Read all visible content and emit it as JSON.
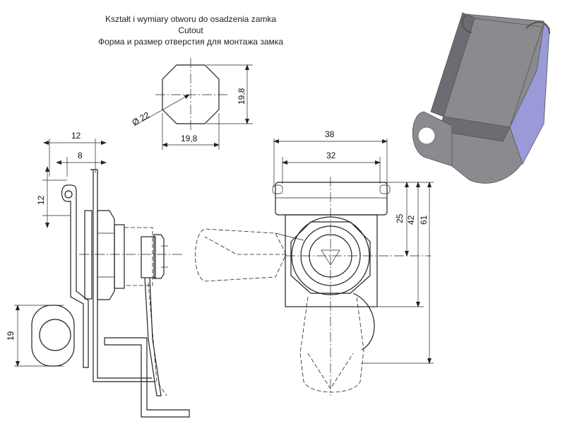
{
  "caption": {
    "line_pl": "Kształt i wymiary otworu do osadzenia zamka",
    "line_en": "Cutout",
    "line_ru": "Форма и размер отверстия для монтажа замка"
  },
  "dimensions": {
    "cutout_height": "19,8",
    "cutout_width": "19,8",
    "cutout_diameter": "Ø 22",
    "side_width": "12",
    "side_inner": "8",
    "side_top": "12",
    "side_bottom": "19",
    "front_width_outer": "38",
    "front_width_inner": "32",
    "front_h1": "25",
    "front_h2": "42",
    "front_h3": "61"
  },
  "colors": {
    "line": "#222222",
    "iso_body": "#8a8a8f",
    "iso_dark": "#6c6c72",
    "iso_edge": "#9a9ad8"
  }
}
